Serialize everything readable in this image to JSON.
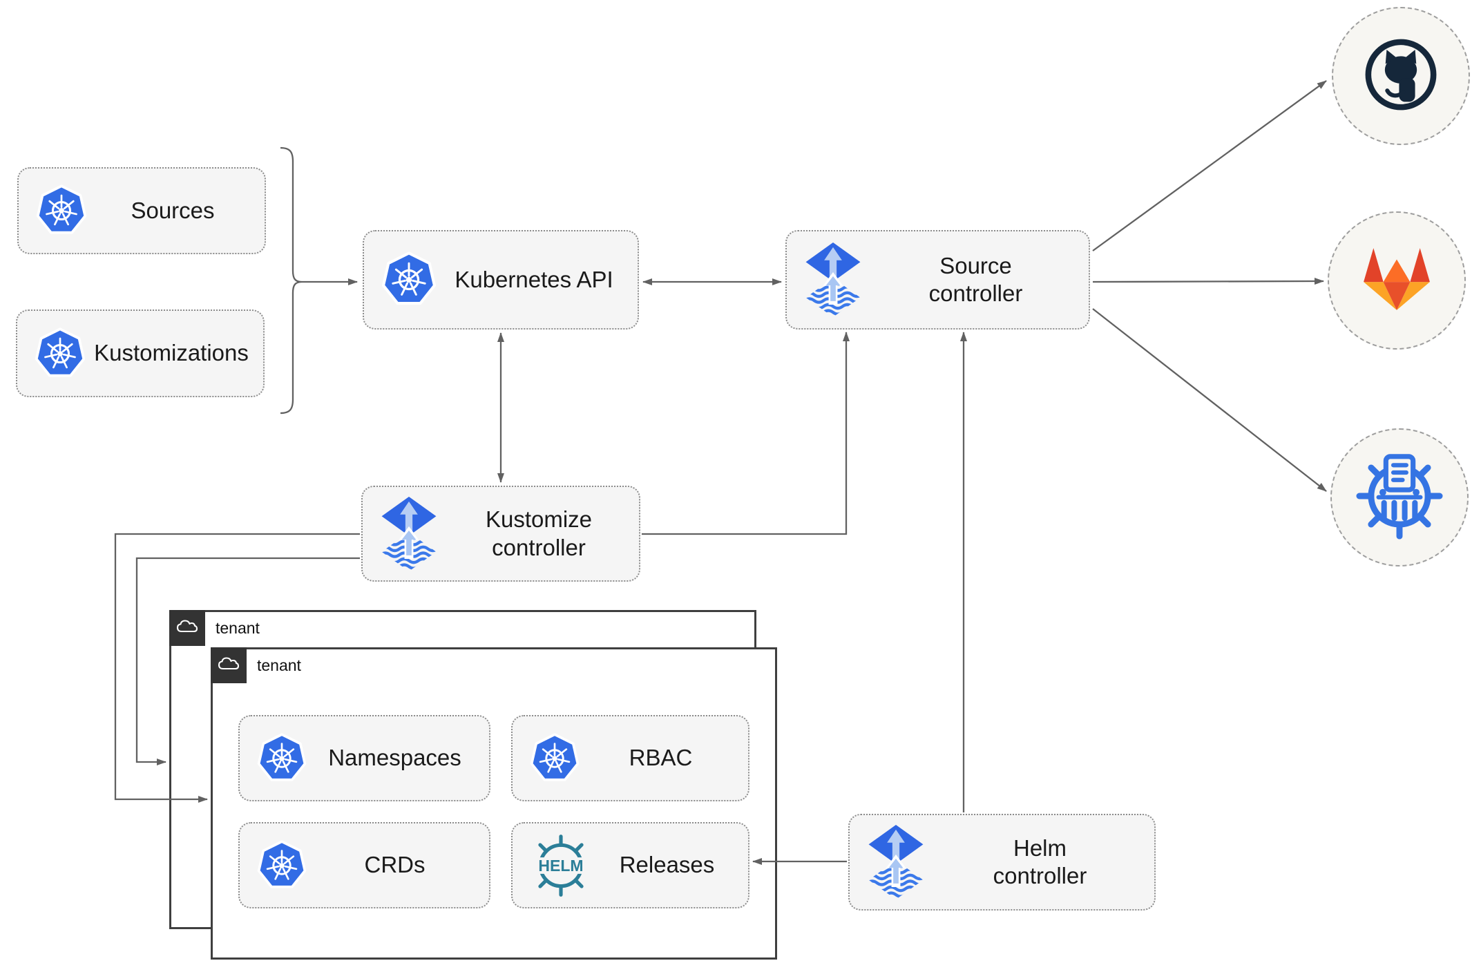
{
  "diagram": {
    "nodes": {
      "sources": {
        "label": "Sources",
        "icon": "kubernetes-icon"
      },
      "kustomizations": {
        "label": "Kustomizations",
        "icon": "kubernetes-icon"
      },
      "kubernetes_api": {
        "label": "Kubernetes API",
        "icon": "kubernetes-icon"
      },
      "source_controller": {
        "label": "Source controller",
        "icon": "flux-icon"
      },
      "kustomize_controller": {
        "label": "Kustomize controller",
        "icon": "flux-icon"
      },
      "helm_controller": {
        "label": "Helm controller",
        "icon": "flux-icon"
      },
      "namespaces": {
        "label": "Namespaces",
        "icon": "kubernetes-icon"
      },
      "rbac": {
        "label": "RBAC",
        "icon": "kubernetes-icon"
      },
      "crds": {
        "label": "CRDs",
        "icon": "kubernetes-icon"
      },
      "releases": {
        "label": "Releases",
        "icon": "helm-icon"
      }
    },
    "groups": {
      "outer_tenant": {
        "label": "tenant",
        "icon": "cloud-icon"
      },
      "inner_tenant": {
        "label": "tenant",
        "icon": "cloud-icon"
      }
    },
    "endpoints": {
      "github": {
        "icon": "github-icon"
      },
      "gitlab": {
        "icon": "gitlab-icon"
      },
      "kustomize": {
        "icon": "kustomize-icon"
      }
    },
    "edges": [
      {
        "from": "sources-and-kustomizations-bracket",
        "to": "kubernetes-api",
        "style": "arrow"
      },
      {
        "from": "kubernetes-api",
        "to": "source-controller",
        "style": "bidirectional"
      },
      {
        "from": "kubernetes-api",
        "to": "kustomize-controller",
        "style": "bidirectional"
      },
      {
        "from": "kustomize-controller",
        "to": "source-controller",
        "style": "arrow"
      },
      {
        "from": "kustomize-controller",
        "to": "outer-tenant",
        "style": "arrow"
      },
      {
        "from": "kustomize-controller",
        "to": "inner-tenant",
        "style": "arrow"
      },
      {
        "from": "helm-controller",
        "to": "source-controller",
        "style": "arrow"
      },
      {
        "from": "helm-controller",
        "to": "releases",
        "style": "arrow"
      },
      {
        "from": "source-controller",
        "to": "github",
        "style": "arrow"
      },
      {
        "from": "source-controller",
        "to": "gitlab",
        "style": "arrow"
      },
      {
        "from": "source-controller",
        "to": "kustomize",
        "style": "arrow"
      }
    ],
    "colors": {
      "kubernetes_blue": "#326ce5",
      "flux_blue": "#2f66e3",
      "flux_light_blue": "#b6cdf4",
      "flux_stripe_blue": "#3b79ea",
      "helm_teal": "#2b7e98",
      "github_dark": "#15273a",
      "gitlab_red": "#e24329",
      "gitlab_orange": "#fc6d26",
      "gitlab_light_orange": "#fca326",
      "kustomize_blue": "#3574e3",
      "wire_gray": "#616161",
      "node_fill": "#f5f5f5",
      "endpoint_fill": "#f7f6f2",
      "tenant_border": "#3f3f3f",
      "tenant_header": "#333333"
    }
  }
}
